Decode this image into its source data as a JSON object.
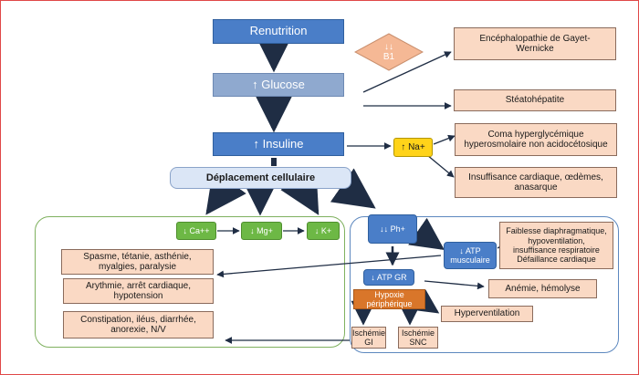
{
  "nodes": {
    "renutrition": "Renutrition",
    "b1": "↓↓\nB1",
    "glucose": "↑ Glucose",
    "insuline": "↑ Insuline",
    "na": "↑ Na+",
    "deplacement": "Déplacement cellulaire",
    "wernicke": "Encéphalopathie de Gayet-\nWernicke",
    "steatohepatite": "Stéatohépatite",
    "coma": "Coma hyperglycémique\nhyperosmolaire non acidocétosique",
    "insuffisance": "Insuffisance cardiaque, œdèmes,\nanasarque",
    "ca": "↓ Ca++",
    "mg": "↓ Mg+",
    "k": "↓ K+",
    "spasme": "Spasme, tétanie, asthénie,\nmyalgies, paralysie",
    "arythmie": "Arythmie, arrêt cardiaque,\nhypotension",
    "constipation": "Constipation, iléus, diarrhée,\nanorexie, N/V",
    "ph": "↓↓ Ph+",
    "atp_musc": "↓ ATP\nmusculaire",
    "faiblesse": "Faiblesse diaphragmatique,\nhypoventilation,\ninsuffisance respiratoire\nDéfaillance cardiaque",
    "atp_gr": "↓ ATP GR",
    "hypoxie": "Hypoxie\npériphérique",
    "anemie": "Anémie, hémolyse",
    "hyperventilation": "Hyperventilation",
    "ischemie_gi": "Ischémie\nGI",
    "ischemie_snc": "Ischémie\nSNC"
  },
  "colors": {
    "blue": "#4a7ec8",
    "blue_light": "#8fa9cf",
    "salmon": "#fad9c4",
    "green": "#6db845",
    "orange": "#d9762a",
    "yellow": "#ffd319",
    "cell_blue": "#dbe6f6",
    "diamond": "#f5b895",
    "arrow": "#1f2d44",
    "frame": "#e04848",
    "group_green": "#7fb15f",
    "group_blue": "#5d88bf"
  }
}
